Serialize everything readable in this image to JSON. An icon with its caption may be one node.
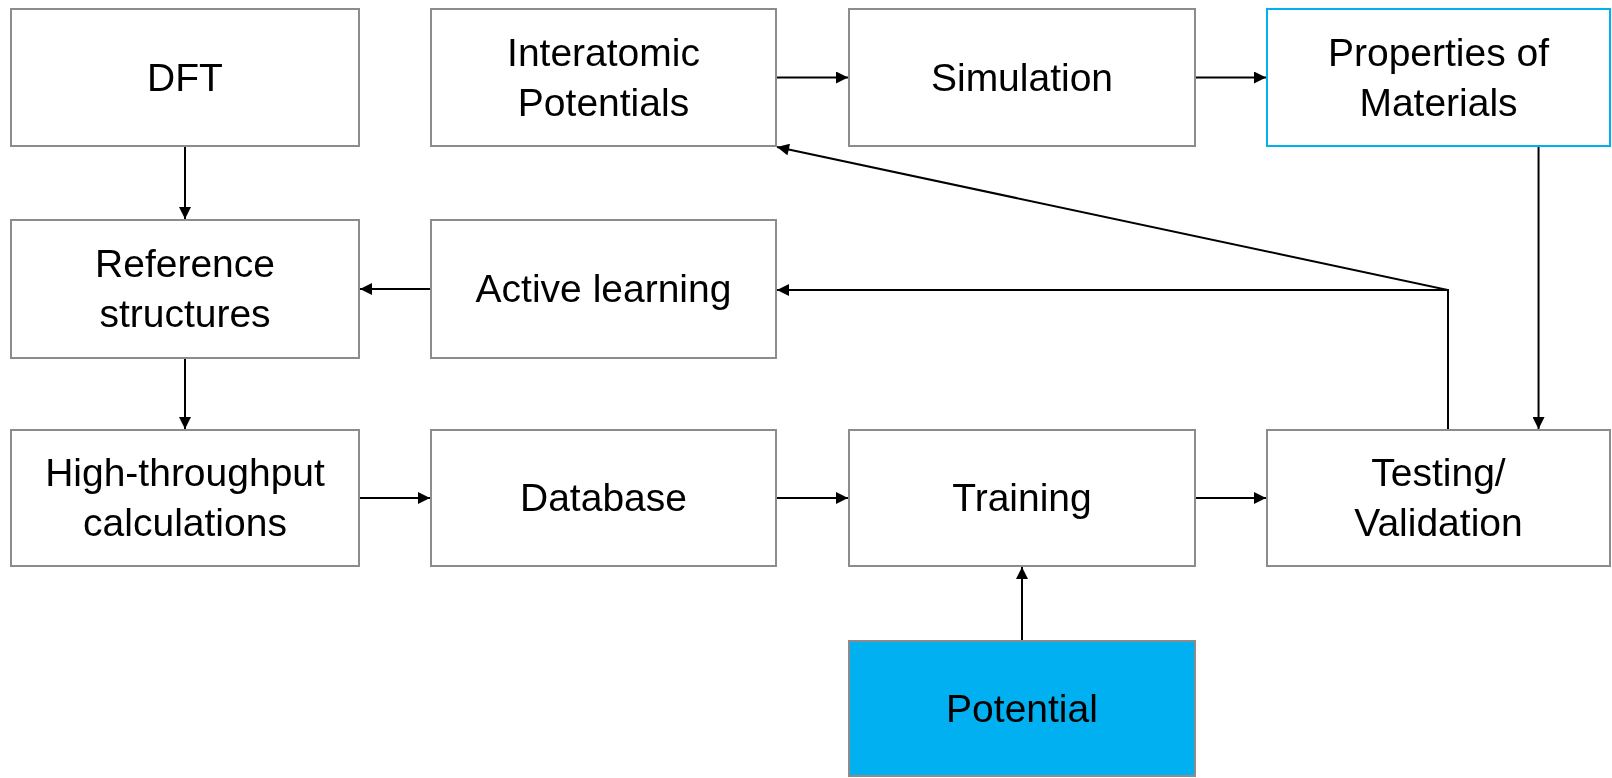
{
  "diagram": {
    "nodes": [
      {
        "text": [
          "DFT"
        ]
      },
      {
        "text": [
          "Interatomic Potentials"
        ]
      },
      {
        "text": [
          "Simulation"
        ]
      },
      {
        "text": [
          "Properties of Materials"
        ]
      },
      {
        "text": [
          "Reference structures"
        ]
      },
      {
        "text": [
          "Active learning"
        ]
      },
      {
        "text": [
          "High-throughput calculations"
        ]
      },
      {
        "text": [
          "Database"
        ]
      },
      {
        "text": [
          "Training"
        ]
      },
      {
        "text": [
          "Testing/ Validation"
        ]
      },
      {
        "text": [
          "Potential"
        ]
      }
    ],
    "edges": [
      {
        "from": 1,
        "to": 2,
        "arrow": "to"
      },
      {
        "from": 2,
        "to": 3,
        "arrow": "to"
      },
      {
        "from": 0,
        "to": 4,
        "arrow": "to"
      },
      {
        "from": 3,
        "to": 9,
        "arrow": "to"
      },
      {
        "from": 9,
        "to": 1,
        "arrow": "to"
      },
      {
        "from": 9,
        "to": 5,
        "arrow": "to"
      },
      {
        "from": 5,
        "to": 4,
        "arrow": "to"
      },
      {
        "from": 4,
        "to": 6,
        "arrow": "to"
      },
      {
        "from": 6,
        "to": 7,
        "arrow": "to"
      },
      {
        "from": 7,
        "to": 8,
        "arrow": "to"
      },
      {
        "from": 8,
        "to": 9,
        "arrow": "to"
      },
      {
        "from": 10,
        "to": 8,
        "arrow": "to"
      }
    ]
  }
}
